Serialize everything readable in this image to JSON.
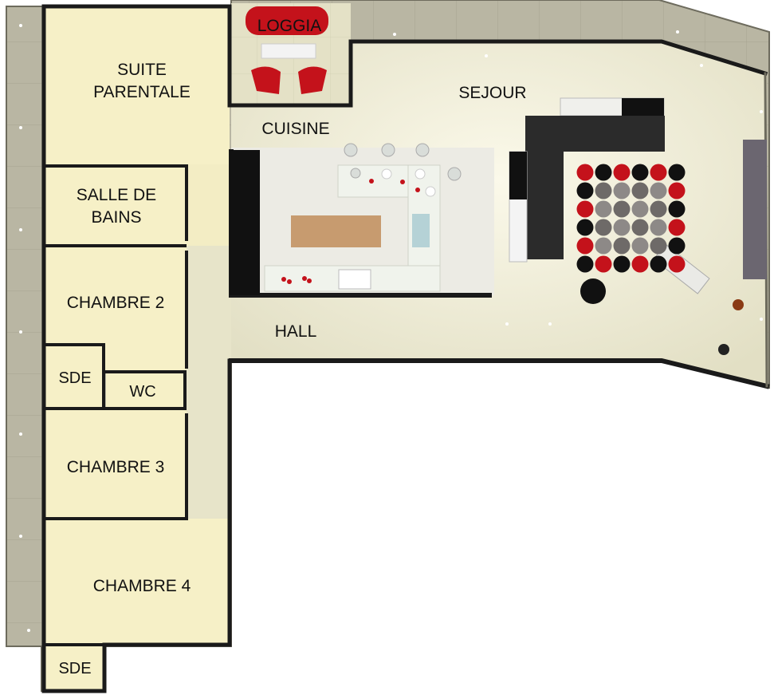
{
  "plan": {
    "rooms": {
      "loggia": "LOGGIA",
      "suite_parentale_l1": "SUITE",
      "suite_parentale_l2": "PARENTALE",
      "salle_de_bains_l1": "SALLE DE",
      "salle_de_bains_l2": "BAINS",
      "chambre_2": "CHAMBRE 2",
      "sde_1": "SDE",
      "wc": "WC",
      "chambre_3": "CHAMBRE 3",
      "chambre_4": "CHAMBRE 4",
      "sde_2": "SDE",
      "cuisine": "CUISINE",
      "sejour": "SEJOUR",
      "hall": "HALL"
    },
    "colors": {
      "terrace": "#b9b6a3",
      "room_floor": "#f6f0c7",
      "open_floor": "#eae7cc",
      "wall": "#1a1a1a",
      "accent_red": "#c4121b"
    }
  }
}
